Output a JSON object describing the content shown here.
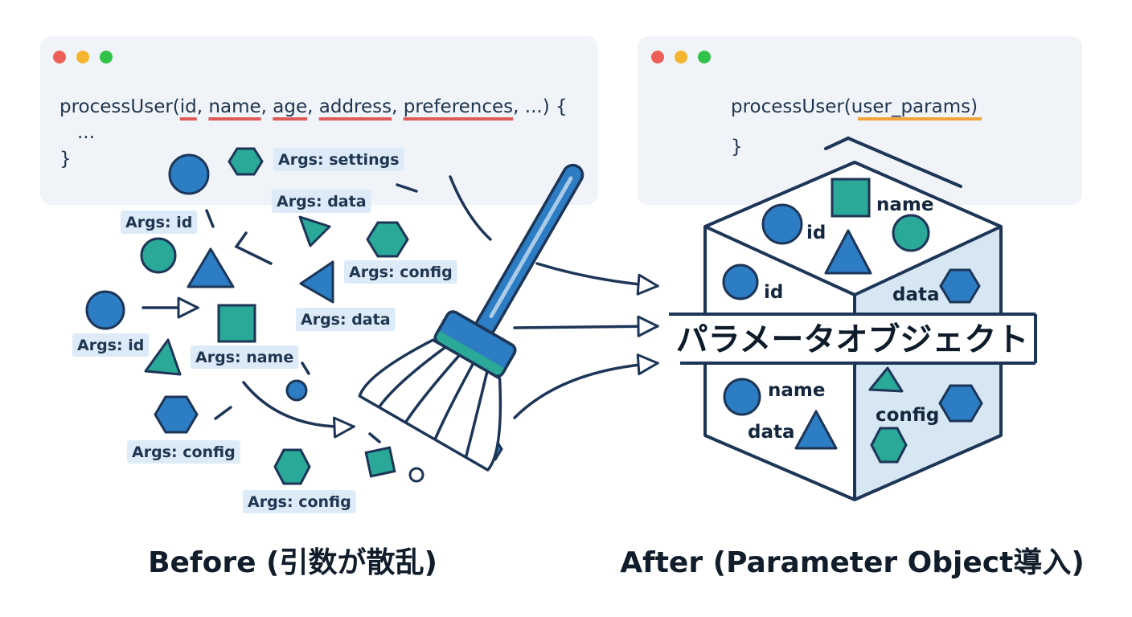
{
  "colors": {
    "navy": "#1d3557",
    "blue": "#2d7dc4",
    "teal": "#2aa898",
    "panel": "#f0f3f7",
    "tag": "#dcebf7",
    "red_underline": "#e05a5a",
    "orange_underline": "#f0a43a",
    "dot_red": "#ee5f57",
    "dot_yellow": "#f5b52f",
    "dot_green": "#30c249"
  },
  "before": {
    "code": {
      "fn_name": "processUser(",
      "params": [
        "id",
        "name",
        "age",
        "address",
        "preferences"
      ],
      "separator": ", ",
      "tail": ", ...) {",
      "body": "...",
      "close": "}"
    },
    "tags": [
      "Args: settings",
      "Args: data",
      "Args: id",
      "Args: config",
      "Args: data",
      "Args: id",
      "Args: name",
      "Args: config",
      "Args: config"
    ],
    "caption": "Before (引数が散乱)"
  },
  "after": {
    "code": {
      "fn_name": "processUser(",
      "param": "user_params",
      "tail": ")",
      "close": "}"
    },
    "cube_labels": [
      "name",
      "id",
      "id",
      "data",
      "name",
      "data",
      "config"
    ],
    "banner": "パラメータオブジェクト",
    "caption": "After (Parameter Object導入)"
  }
}
